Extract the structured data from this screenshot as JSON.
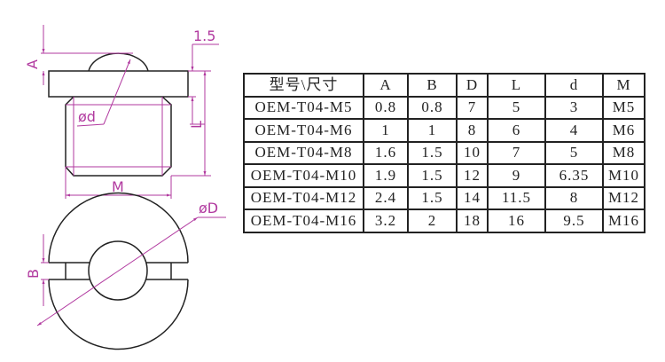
{
  "drawing": {
    "labels": {
      "A": "A",
      "d": "ød",
      "flange_thickness": "1.5",
      "L": "L",
      "M": "M",
      "D": "øD",
      "B": "B"
    },
    "colors": {
      "outline": "#222222",
      "dimension": "#b1399f"
    }
  },
  "table": {
    "headers": [
      "型号\\尺寸",
      "A",
      "B",
      "D",
      "L",
      "d",
      "M"
    ],
    "rows": [
      [
        "OEM-T04-M5",
        "0.8",
        "0.8",
        "7",
        "5",
        "3",
        "M5"
      ],
      [
        "OEM-T04-M6",
        "1",
        "1",
        "8",
        "6",
        "4",
        "M6"
      ],
      [
        "OEM-T04-M8",
        "1.6",
        "1.5",
        "10",
        "7",
        "5",
        "M8"
      ],
      [
        "OEM-T04-M10",
        "1.9",
        "1.5",
        "12",
        "9",
        "6.35",
        "M10"
      ],
      [
        "OEM-T04-M12",
        "2.4",
        "1.5",
        "14",
        "11.5",
        "8",
        "M12"
      ],
      [
        "OEM-T04-M16",
        "3.2",
        "2",
        "18",
        "16",
        "9.5",
        "M16"
      ]
    ]
  }
}
